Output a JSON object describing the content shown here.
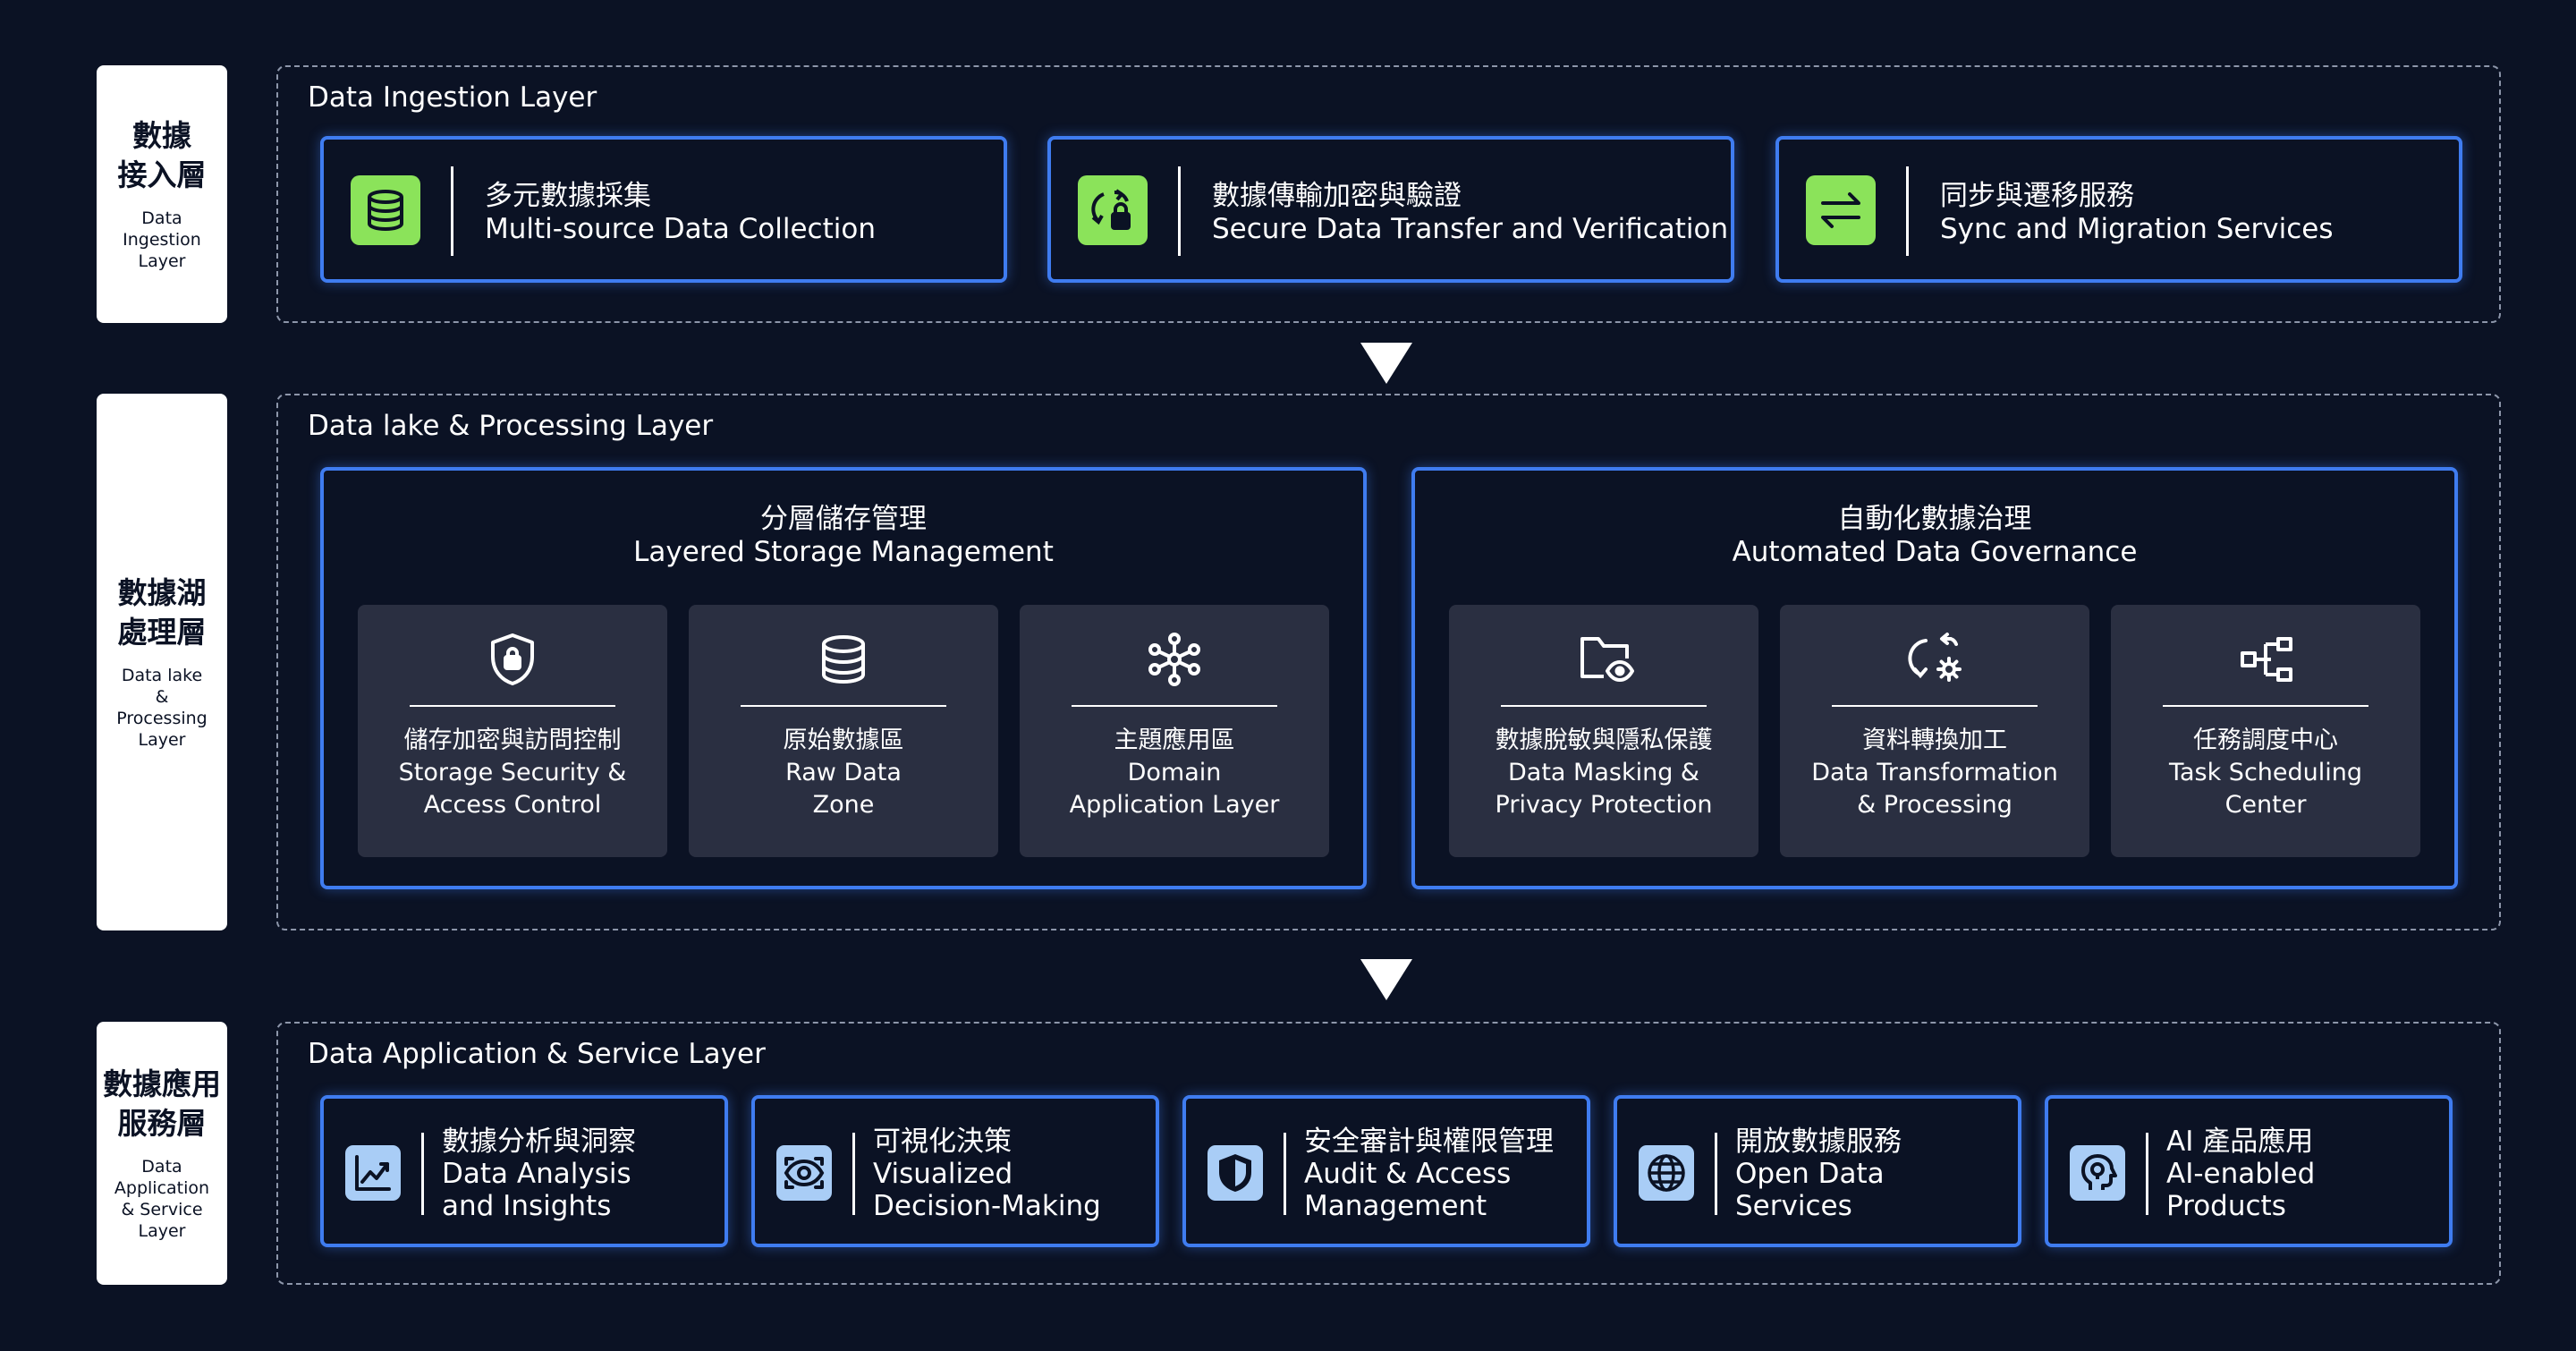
{
  "colors": {
    "background": "#0b1224",
    "card_border": "#3f7cf0",
    "green_icon": "#8be35a",
    "blue_icon": "#a9cdf6",
    "sub_panel": "#2a2f41"
  },
  "side_labels": [
    {
      "zh": "數據\n接入層",
      "en": "Data\nIngestion\nLayer"
    },
    {
      "zh": "數據湖\n處理層",
      "en": "Data lake\n&\nProcessing\nLayer"
    },
    {
      "zh": "數據應用\n服務層",
      "en": "Data\nApplication\n& Service\nLayer"
    }
  ],
  "ingestion": {
    "title": "Data Ingestion Layer",
    "cards": [
      {
        "icon": "database-icon",
        "zh": "多元數據採集",
        "en": "Multi-source Data Collection"
      },
      {
        "icon": "secure-sync-lock-icon",
        "zh": "數據傳輸加密與驗證",
        "en": "Secure Data Transfer and Verification"
      },
      {
        "icon": "transfer-arrows-icon",
        "zh": "同步與遷移服務",
        "en": "Sync and Migration Services"
      }
    ]
  },
  "processing": {
    "title": "Data lake & Processing Layer",
    "groups": [
      {
        "zh": "分層儲存管理",
        "en": "Layered Storage Management",
        "items": [
          {
            "icon": "shield-lock-icon",
            "text": "儲存加密與訪問控制\nStorage Security &\nAccess Control"
          },
          {
            "icon": "database-icon",
            "text": "原始數據區\nRaw Data\nZone"
          },
          {
            "icon": "network-hub-icon",
            "text": "主題應用區\nDomain\nApplication Layer"
          }
        ]
      },
      {
        "zh": "自動化數據治理",
        "en": "Automated Data Governance",
        "items": [
          {
            "icon": "folder-eye-icon",
            "text": "數據脫敏與隱私保護\nData Masking &\nPrivacy Protection"
          },
          {
            "icon": "refresh-gear-icon",
            "text": "資料轉換加工\nData Transformation\n& Processing"
          },
          {
            "icon": "workflow-icon",
            "text": "任務調度中心\nTask Scheduling\nCenter"
          }
        ]
      }
    ]
  },
  "application": {
    "title": "Data Application & Service Layer",
    "cards": [
      {
        "icon": "chart-trend-icon",
        "text": "數據分析與洞察\nData Analysis\nand Insights"
      },
      {
        "icon": "eye-icon",
        "text": "可視化決策\nVisualized\nDecision-Making"
      },
      {
        "icon": "shield-icon",
        "text": "安全審計與權限管理\nAudit & Access\nManagement"
      },
      {
        "icon": "globe-icon",
        "text": "開放數據服務\nOpen Data\nServices"
      },
      {
        "icon": "ai-head-icon",
        "text": "AI 產品應用\nAI-enabled\nProducts"
      }
    ]
  }
}
